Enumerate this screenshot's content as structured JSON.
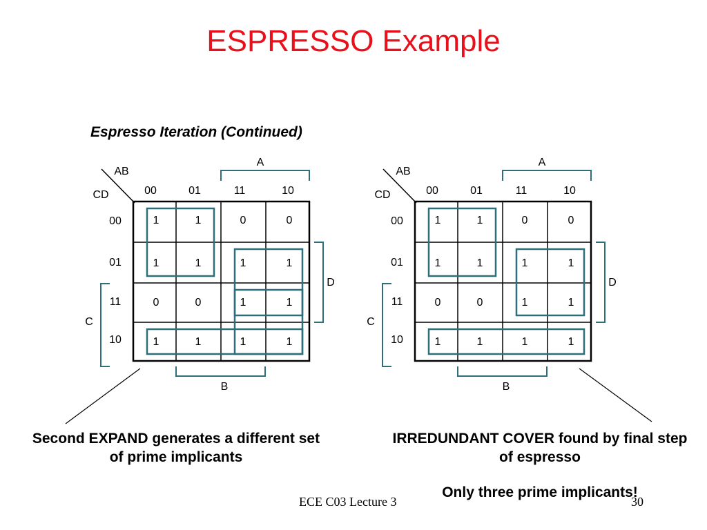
{
  "title": "ESPRESSO Example",
  "subtitle": "Espresso Iteration (Continued)",
  "kmaps": [
    {
      "labels": {
        "ab": "AB",
        "cd": "CD",
        "A": "A",
        "B": "B",
        "C": "C",
        "D": "D"
      },
      "col_headers": [
        "00",
        "01",
        "11",
        "10"
      ],
      "row_headers": [
        "00",
        "01",
        "11",
        "10"
      ],
      "cells": [
        [
          "1",
          "1",
          "0",
          "0"
        ],
        [
          "1",
          "1",
          "1",
          "1"
        ],
        [
          "0",
          "0",
          "1",
          "1"
        ],
        [
          "1",
          "1",
          "1",
          "1"
        ]
      ],
      "groups": [
        {
          "cols": [
            0,
            1
          ],
          "rows": [
            0,
            1
          ]
        },
        {
          "cols": [
            2,
            3
          ],
          "rows": [
            1,
            2
          ]
        },
        {
          "cols": [
            2,
            3
          ],
          "rows": [
            2,
            3
          ]
        },
        {
          "cols": [
            0,
            3
          ],
          "rows": [
            3,
            3
          ]
        }
      ]
    },
    {
      "labels": {
        "ab": "AB",
        "cd": "CD",
        "A": "A",
        "B": "B",
        "C": "C",
        "D": "D"
      },
      "col_headers": [
        "00",
        "01",
        "11",
        "10"
      ],
      "row_headers": [
        "00",
        "01",
        "11",
        "10"
      ],
      "cells": [
        [
          "1",
          "1",
          "0",
          "0"
        ],
        [
          "1",
          "1",
          "1",
          "1"
        ],
        [
          "0",
          "0",
          "1",
          "1"
        ],
        [
          "1",
          "1",
          "1",
          "1"
        ]
      ],
      "groups": [
        {
          "cols": [
            0,
            1
          ],
          "rows": [
            0,
            1
          ]
        },
        {
          "cols": [
            2,
            3
          ],
          "rows": [
            1,
            2
          ]
        },
        {
          "cols": [
            0,
            3
          ],
          "rows": [
            3,
            3
          ]
        }
      ]
    }
  ],
  "captions": {
    "left": "Second EXPAND generates a different set of prime implicants",
    "right_1": "IRREDUNDANT COVER found by final step of espresso",
    "right_2": "Only three prime implicants!"
  },
  "footer": {
    "left": "ECE C03 Lecture 3",
    "right": "30"
  },
  "colors": {
    "title": "#e8101a",
    "group_box": "#2c6e7a",
    "bracket": "#2c6e7a",
    "grid": "#000000"
  }
}
